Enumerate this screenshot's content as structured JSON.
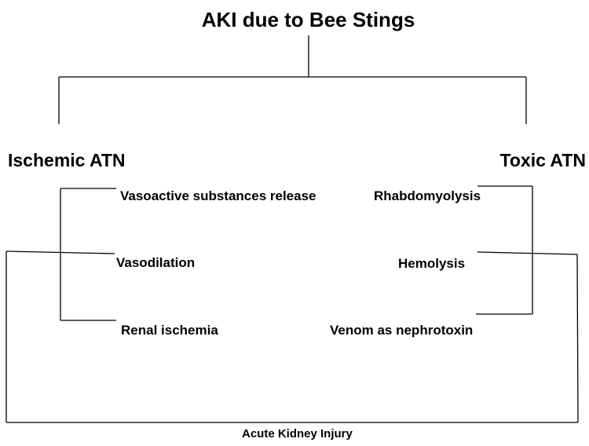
{
  "diagram": {
    "title": "AKI due to Bee Stings",
    "left_branch": {
      "heading": "Ischemic ATN",
      "items": [
        "Vasoactive substances release",
        "Vasodilation",
        "Renal ischemia"
      ]
    },
    "right_branch": {
      "heading": "Toxic ATN",
      "items": [
        "Rhabdomyolysis",
        "Hemolysis",
        "Venom as nephrotoxin"
      ]
    },
    "outcome": "Acute Kidney Injury",
    "line_color": "#000000"
  }
}
